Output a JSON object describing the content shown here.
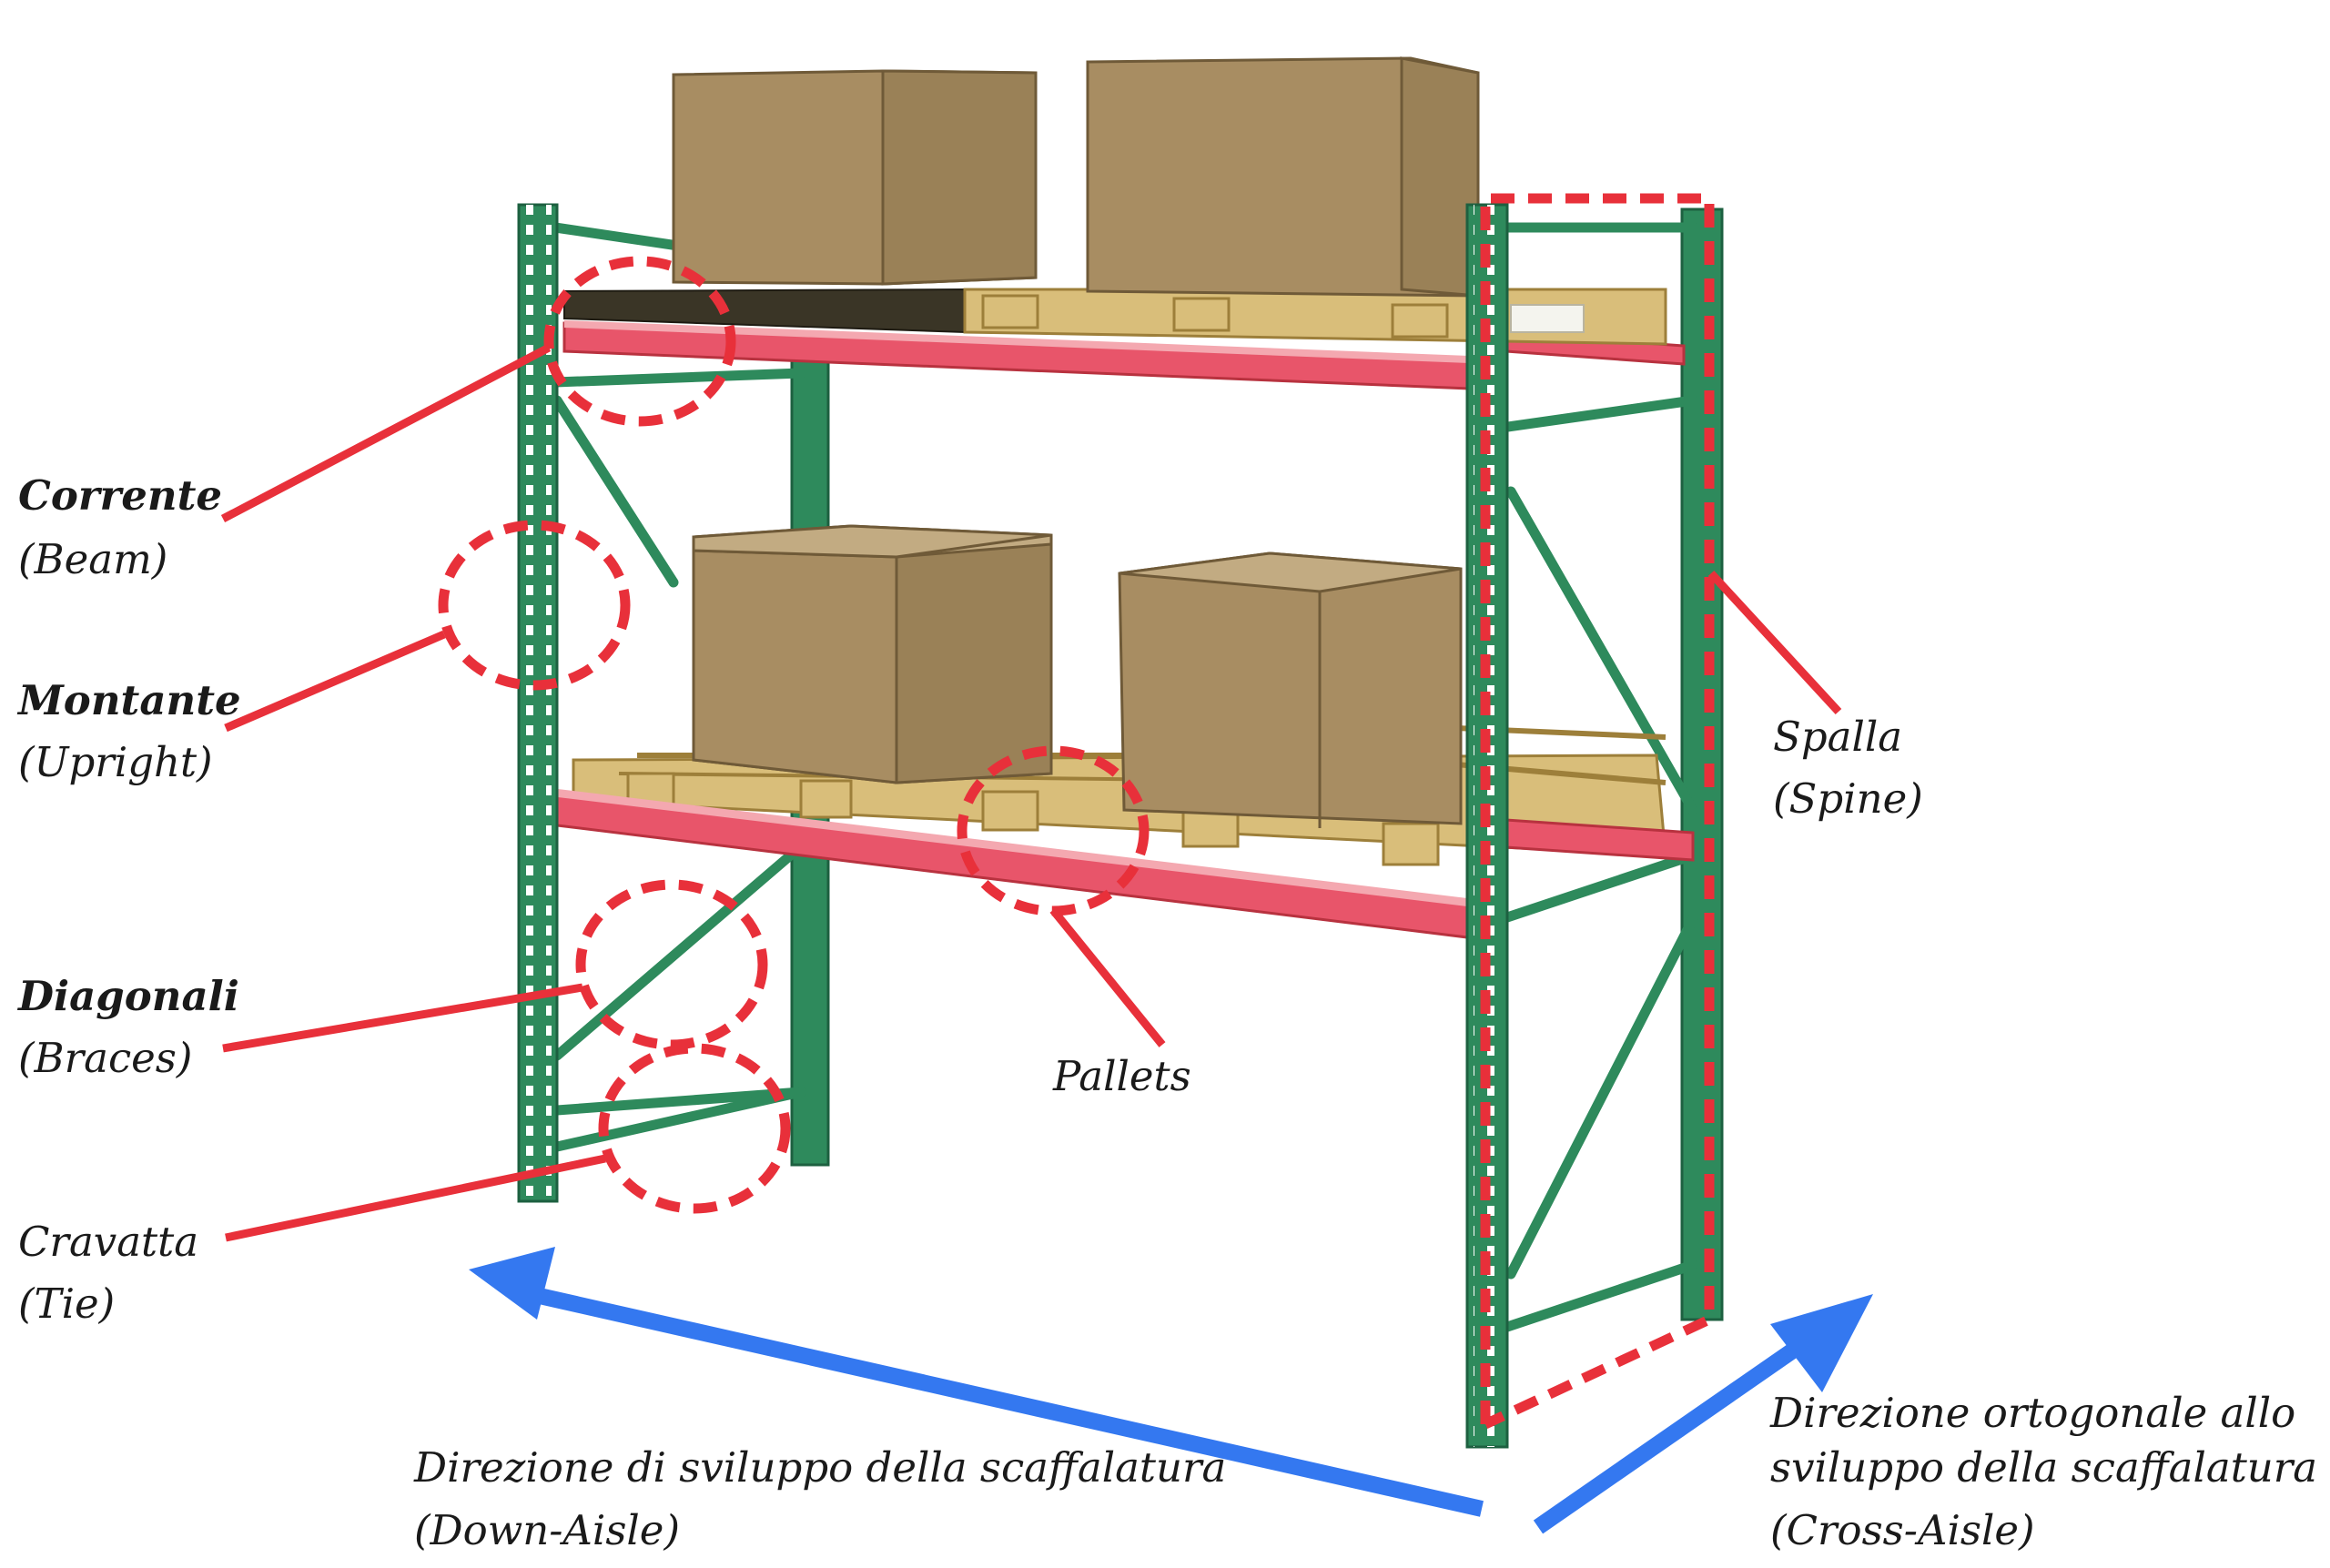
{
  "labels": {
    "corrente": "Corrente",
    "beam": "(Beam)",
    "montante": "Montante",
    "upright": "(Upright)",
    "diagonali": "Diagonali",
    "braces": "(Braces)",
    "cravatta": "Cravatta",
    "tie": "(Tie)",
    "pallets": "Pallets",
    "spalla": "Spalla",
    "spine": "(Spine)",
    "down_aisle_line1": "Direzione di sviluppo della scaffalatura",
    "down_aisle_line2": "(Down-Aisle)",
    "cross_aisle_line1": "Direzione ortogonale allo",
    "cross_aisle_line2": "sviluppo della scaffalatura",
    "cross_aisle_line3": "(Cross-Aisle)"
  },
  "colors": {
    "callout": "#e8303a",
    "arrow": "#3478f0",
    "upright_green": "#2e8a5c",
    "beam_red": "#e8556a",
    "box_cardboard": "#a88d62",
    "pallet_wood": "#d9be7a"
  }
}
